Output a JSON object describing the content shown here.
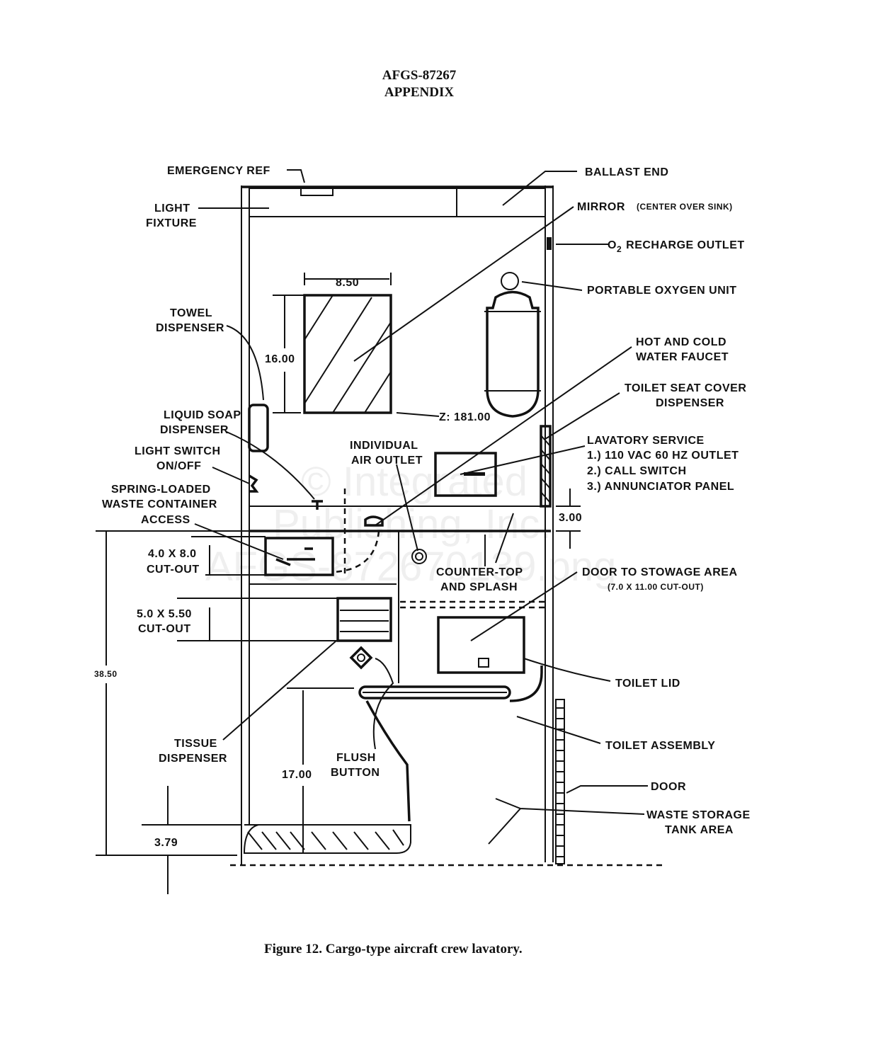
{
  "header": {
    "doc_id": "AFGS-87267",
    "section": "APPENDIX"
  },
  "caption": "Figure 12.  Cargo-type aircraft crew lavatory.",
  "watermark": [
    "© Integrated",
    "Publishing, Inc.",
    "AFGS-872670139.png"
  ],
  "labels": {
    "emergency_ref": "EMERGENCY REF",
    "light_fixture": [
      "LIGHT",
      "FIXTURE"
    ],
    "ballast_end": "BALLAST END",
    "mirror": "MIRROR",
    "mirror_note": "(CENTER OVER SINK)",
    "o2_recharge": "RECHARGE OUTLET",
    "o2_prefix": "O",
    "o2_sub": "2",
    "portable_oxygen": "PORTABLE OXYGEN UNIT",
    "towel_dispenser": [
      "TOWEL",
      "DISPENSER"
    ],
    "hot_cold_faucet": [
      "HOT AND COLD",
      "WATER FAUCET"
    ],
    "toilet_seat_cover": [
      "TOILET SEAT COVER",
      "DISPENSER"
    ],
    "liquid_soap": [
      "LIQUID SOAP",
      "DISPENSER"
    ],
    "light_switch": [
      "LIGHT SWITCH",
      "ON/OFF"
    ],
    "individual_air": [
      "INDIVIDUAL",
      "AIR OUTLET"
    ],
    "lavatory_service": [
      "LAVATORY SERVICE",
      "1.)  110 VAC 60 HZ OUTLET",
      "2.)  CALL SWITCH",
      "3.)  ANNUNCIATOR PANEL"
    ],
    "spring_loaded": [
      "SPRING-LOADED",
      "WASTE CONTAINER",
      "ACCESS"
    ],
    "cutout_4x8": [
      "4.0 X 8.0",
      "CUT-OUT"
    ],
    "counter_top": [
      "COUNTER-TOP",
      "AND SPLASH"
    ],
    "door_stowage": "DOOR TO STOWAGE AREA",
    "door_stowage_note": "(7.0 X 11.00 CUT-OUT)",
    "cutout_5x5": [
      "5.0 X 5.50",
      "CUT-OUT"
    ],
    "toilet_lid": "TOILET LID",
    "tissue_dispenser": [
      "TISSUE",
      "DISPENSER"
    ],
    "flush_button": [
      "FLUSH",
      "BUTTON"
    ],
    "toilet_assembly": "TOILET ASSEMBLY",
    "door": "DOOR",
    "waste_storage": [
      "WASTE STORAGE",
      "TANK AREA"
    ]
  },
  "dimensions": {
    "mirror_width": "8.50",
    "mirror_height": "16.00",
    "z_station": "Z: 181.00",
    "splash_height": "3.00",
    "overall_height": "38.50",
    "seat_height": "17.00",
    "base_height": "3.79"
  }
}
